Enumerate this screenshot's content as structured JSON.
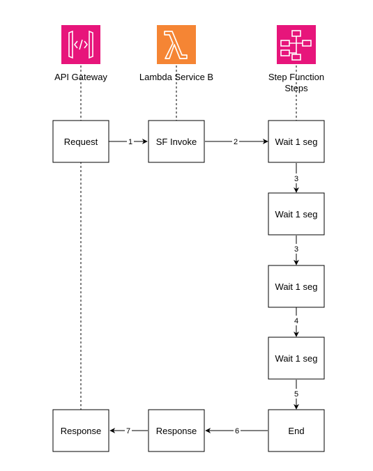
{
  "services": [
    {
      "id": "api",
      "label": [
        "API Gateway"
      ],
      "icon": "api-gateway-icon",
      "color": "#e7157b"
    },
    {
      "id": "lambda",
      "label": [
        "Lambda Service B"
      ],
      "icon": "lambda-icon",
      "color": "#f58534"
    },
    {
      "id": "sf",
      "label": [
        "Step Function",
        "Steps"
      ],
      "icon": "step-functions-icon",
      "color": "#e7157b"
    }
  ],
  "boxes": {
    "request": "Request",
    "sf_invoke": "SF Invoke",
    "wait1": "Wait 1 seg",
    "wait2": "Wait 1 seg",
    "wait3": "Wait 1 seg",
    "wait4": "Wait 1 seg",
    "end": "End",
    "response_b": "Response",
    "response_a": "Response"
  },
  "edges": [
    {
      "from": "request",
      "to": "sf_invoke",
      "label": "1"
    },
    {
      "from": "sf_invoke",
      "to": "wait1",
      "label": "2"
    },
    {
      "from": "wait1",
      "to": "wait2",
      "label": "3"
    },
    {
      "from": "wait2",
      "to": "wait3",
      "label": "3"
    },
    {
      "from": "wait3",
      "to": "wait4",
      "label": "4"
    },
    {
      "from": "wait4",
      "to": "end",
      "label": "5"
    },
    {
      "from": "end",
      "to": "response_b",
      "label": "6"
    },
    {
      "from": "response_b",
      "to": "response_a",
      "label": "7"
    }
  ]
}
